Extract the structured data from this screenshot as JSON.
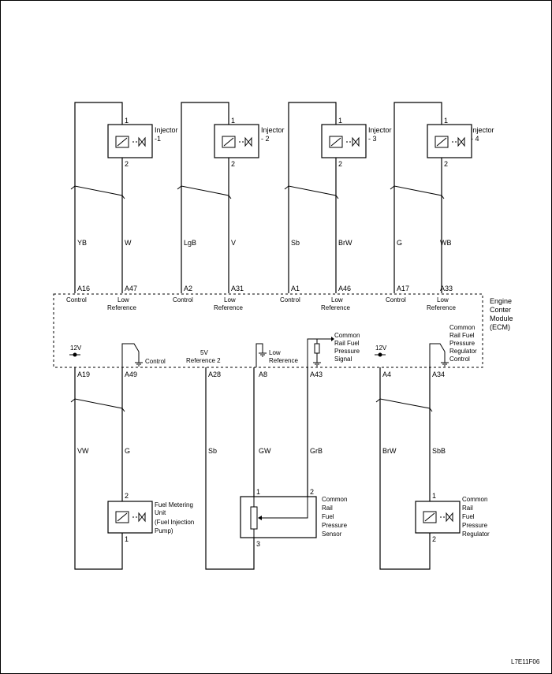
{
  "injectors": [
    {
      "label_line1": "Injector",
      "label_line2": "-1",
      "pin_top": "1",
      "pin_bottom": "2",
      "ctrl_wire": "YB",
      "ref_wire": "W",
      "ctrl_pin": "A16",
      "ref_pin": "A47"
    },
    {
      "label_line1": "Injector",
      "label_line2": "- 2",
      "pin_top": "1",
      "pin_bottom": "2",
      "ctrl_wire": "LgB",
      "ref_wire": "V",
      "ctrl_pin": "A2",
      "ref_pin": "A31"
    },
    {
      "label_line1": "Injector",
      "label_line2": "- 3",
      "pin_top": "1",
      "pin_bottom": "2",
      "ctrl_wire": "Sb",
      "ref_wire": "BrW",
      "ctrl_pin": "A1",
      "ref_pin": "A46"
    },
    {
      "label_line1": "Injector",
      "label_line2": "- 4",
      "pin_top": "1",
      "pin_bottom": "2",
      "ctrl_wire": "G",
      "ref_wire": "WB",
      "ctrl_pin": "A17",
      "ref_pin": "A33"
    }
  ],
  "ecm_pin_labels": {
    "control": "Control",
    "low": "Low",
    "reference": "Reference"
  },
  "ecm": {
    "line1": "Engine",
    "line2": "Conter",
    "line3": "Module",
    "line4": "(ECM)"
  },
  "bottom": {
    "v12_left": "12V",
    "v12_right": "12V",
    "control": "Control",
    "ref5v_line1": "5V",
    "ref5v_line2": "Reference 2",
    "low_ref_line1": "Low",
    "low_ref_line2": "Reference",
    "signal_line1": "Common",
    "signal_line2": "Rail Fuel",
    "signal_line3": "Pressure",
    "signal_line4": "Signal",
    "reg_ctrl_line1": "Common",
    "reg_ctrl_line2": "Rail Fuel",
    "reg_ctrl_line3": "Pressure",
    "reg_ctrl_line4": "Regulator",
    "reg_ctrl_line5": "Control",
    "pins": [
      "A19",
      "A49",
      "A28",
      "A8",
      "A43",
      "A4",
      "A34"
    ],
    "wires": [
      "VW",
      "G",
      "Sb",
      "GW",
      "GrB",
      "BrW",
      "SbB"
    ]
  },
  "fmu": {
    "line1": "Fuel Metering",
    "line2": "Unit",
    "line3": "(Fuel Injection",
    "line4": "Pump)",
    "pin_top": "2",
    "pin_bottom": "1"
  },
  "sensor": {
    "line1": "Common",
    "line2": "Rail",
    "line3": "Fuel",
    "line4": "Pressure",
    "line5": "Sensor",
    "pin1": "1",
    "pin2": "2",
    "pin3": "3"
  },
  "regulator": {
    "line1": "Common",
    "line2": "Rail",
    "line3": "Fuel",
    "line4": "Pressure",
    "line5": "Regulator",
    "pin_top": "1",
    "pin_bottom": "2"
  },
  "figure_code": "L7E11F06"
}
